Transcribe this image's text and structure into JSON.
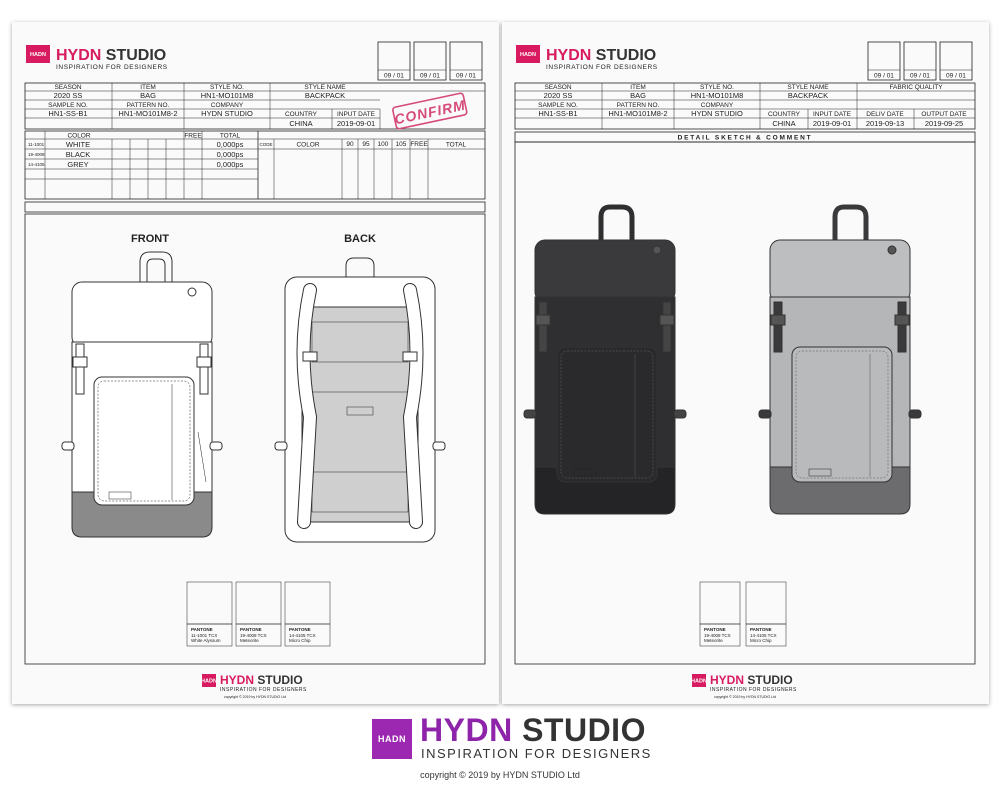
{
  "brand": {
    "logo": "HADN",
    "name_primary": "HYDN",
    "name_secondary": "STUDIO",
    "tagline": "INSPIRATION FOR DESIGNERS",
    "copyright_small": "copyright © 2019 by HYDN STUDIO Ltd",
    "copyright_footer": "copyright © 2019 by HYDN STUDIO Ltd"
  },
  "left": {
    "date_boxes": [
      "09 / 01",
      "09 / 01",
      "09 / 01"
    ],
    "spec_headers_row1": [
      "SEASON",
      "ITEM",
      "STYLE NO.",
      "STYLE NAME"
    ],
    "spec_values_row1": [
      "2020 SS",
      "BAG",
      "HN1-MO101M8",
      "BACKPACK"
    ],
    "spec_headers_row2": [
      "SAMPLE NO.",
      "PATTERN NO.",
      "COMPANY",
      "COUNTRY",
      "INPUT DATE"
    ],
    "spec_values_row2": [
      "HN1-SS-B1",
      "HN1-MO101M8-2",
      "HYDN STUDIO",
      "CHINA",
      "2019-09-01"
    ],
    "stamp": "CONFIRM",
    "color_headers": [
      "COLOR",
      "FREE",
      "TOTAL"
    ],
    "color_rows": [
      {
        "code": "11-1001",
        "name": "WHITE",
        "total": "0,000ps"
      },
      {
        "code": "19-4008",
        "name": "BLACK",
        "total": "0,000ps"
      },
      {
        "code": "14-4105",
        "name": "GREY",
        "total": "0,000ps"
      }
    ],
    "size_headers": [
      "CODE",
      "COLOR",
      "90",
      "95",
      "100",
      "105",
      "FREE",
      "TOTAL"
    ],
    "view_front": "FRONT",
    "view_back": "BACK",
    "swatches": [
      {
        "color": "#ececea",
        "label": "PANTONE",
        "code": "11-1001 TCX",
        "name": "White Alyssum"
      },
      {
        "color": "#2c2c2e",
        "label": "PANTONE",
        "code": "19-4008 TCX",
        "name": "Meteorite"
      },
      {
        "color": "#b1b3b5",
        "label": "PANTONE",
        "code": "14-4105 TCX",
        "name": "Micro Chip"
      }
    ]
  },
  "right": {
    "date_boxes": [
      "09 / 01",
      "09 / 01",
      "09 / 01"
    ],
    "spec_headers_row1": [
      "SEASON",
      "ITEM",
      "STYLE NO.",
      "STYLE NAME",
      "FABRIC QUALITY"
    ],
    "spec_values_row1": [
      "2020 SS",
      "BAG",
      "HN1-MO101M8",
      "BACKPACK",
      ""
    ],
    "spec_headers_row2": [
      "SAMPLE NO.",
      "PATTERN NO.",
      "COMPANY",
      "COUNTRY",
      "INPUT DATE",
      "DELIV DATE",
      "OUTPUT DATE"
    ],
    "spec_values_row2": [
      "HN1-SS-B1",
      "HN1-MO101M8-2",
      "HYDN STUDIO",
      "CHINA",
      "2019-09-01",
      "2019-09-13",
      "2019-09-25"
    ],
    "detail_title": "DETAIL SKETCH & COMMENT",
    "swatches": [
      {
        "color": "#2c2c2e",
        "label": "PANTONE",
        "code": "19-4008 TCX",
        "name": "Meteorite"
      },
      {
        "color": "#b1b3b5",
        "label": "PANTONE",
        "code": "14-4105 TCX",
        "name": "Micro Chip"
      }
    ]
  },
  "colors": {
    "brand_pink": "#d81b60",
    "brand_purple": "#8e24aa",
    "stamp": "#d64a7a",
    "bag_black": "#2f2f31",
    "bag_grey": "#b4b6b8",
    "bag_white": "#ffffff",
    "bag_base": "#8a8a8a"
  }
}
